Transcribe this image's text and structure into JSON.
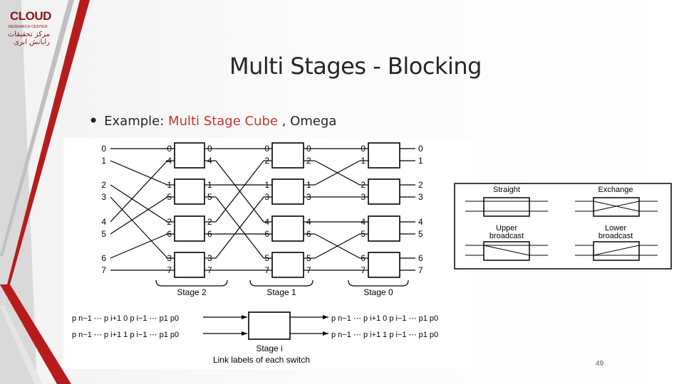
{
  "logo": {
    "name": "CLOUD",
    "subtitle": "RESEARCH CENTER",
    "persian": "مرکز تحقیقات رایانش ابری"
  },
  "slide": {
    "title": "Multi Stages - Blocking",
    "bullet_prefix": "Example: ",
    "bullet_highlight": "Multi Stage Cube",
    "bullet_suffix": " , Omega",
    "page_number": "49"
  },
  "network": {
    "input_labels": [
      "0",
      "1",
      "2",
      "3",
      "4",
      "5",
      "6",
      "7"
    ],
    "stage2_in": [
      "0",
      "4",
      "1",
      "5",
      "2",
      "6",
      "3",
      "7"
    ],
    "stage2_out": [
      "0",
      "4",
      "1",
      "5",
      "2",
      "6",
      "3",
      "7"
    ],
    "stage1_in": [
      "0",
      "2",
      "1",
      "3",
      "4",
      "6",
      "5",
      "7"
    ],
    "stage1_out": [
      "0",
      "2",
      "1",
      "3",
      "4",
      "6",
      "5",
      "7"
    ],
    "stage0_in": [
      "0",
      "1",
      "2",
      "3",
      "4",
      "5",
      "6",
      "7"
    ],
    "output_labels": [
      "0",
      "1",
      "2",
      "3",
      "4",
      "5",
      "6",
      "7"
    ],
    "stage_labels": [
      "Stage 2",
      "Stage 1",
      "Stage 0"
    ],
    "link_left_top": "p n−1 ⋯ p i+1 0 p i−1 ⋯ p1 p0",
    "link_left_bottom": "p n−1 ⋯ p i+1 1 p i−1 ⋯ p1 p0",
    "link_right_top": "p n−1 ⋯ p i+1 0 p i−1 ⋯ p1 p0",
    "link_right_bottom": "p n−1 ⋯ p i+1 1 p i−1 ⋯ p1 p0",
    "stage_i": "Stage i",
    "caption": "Link labels of each switch"
  },
  "switch_states": {
    "straight": "Straight",
    "exchange": "Exchange",
    "upper_broadcast_1": "Upper",
    "upper_broadcast_2": "broadcast",
    "lower_broadcast_1": "Lower",
    "lower_broadcast_2": "broadcast"
  }
}
